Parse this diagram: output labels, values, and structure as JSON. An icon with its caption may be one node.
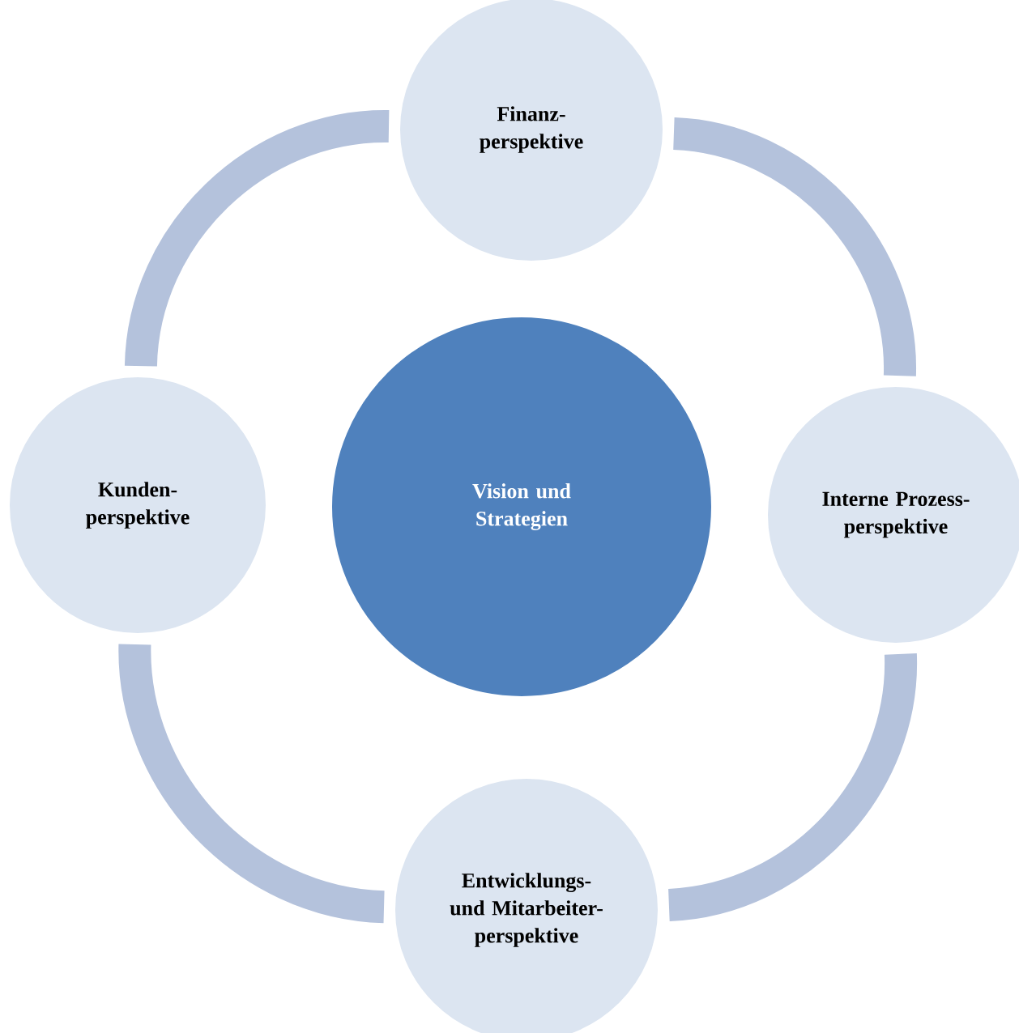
{
  "diagram": {
    "nodes": [
      {
        "text": [
          "Finanz- perspektive"
        ]
      },
      {
        "text": [
          "Kunden- perspektive"
        ]
      },
      {
        "text": [
          "Vision und Strategien"
        ]
      },
      {
        "text": [
          "Interne Prozess- perspektive"
        ]
      },
      {
        "text": [
          "Entwicklungs- und Mitarbeiter- perspektive"
        ]
      }
    ],
    "edges": [
      {
        "from": 0,
        "to": 3,
        "arrow": "none"
      },
      {
        "from": 3,
        "to": 4,
        "arrow": "none"
      },
      {
        "from": 4,
        "to": 1,
        "arrow": "none"
      },
      {
        "from": 1,
        "to": 0,
        "arrow": "none"
      }
    ]
  }
}
